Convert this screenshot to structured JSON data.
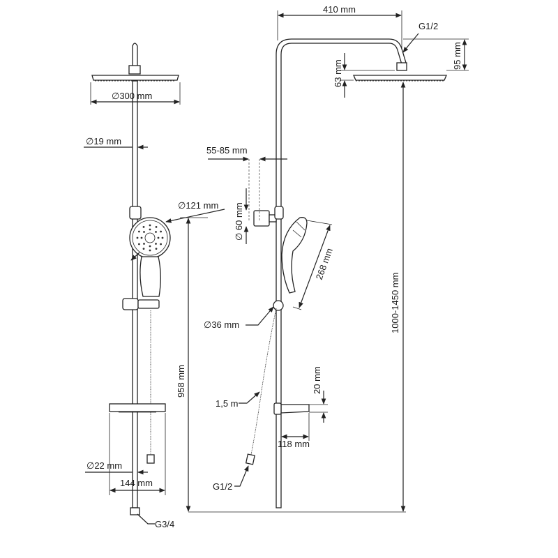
{
  "labels": {
    "width_410": "410 mm",
    "g12_top": "G1/2",
    "h95": "95 mm",
    "h63": "63 mm",
    "d300": "∅300 mm",
    "d19": "∅19 mm",
    "range55_85": "55-85 mm",
    "d121": "∅121 mm",
    "d60": "∅ 60 mm",
    "l268": "268 mm",
    "range1000_1450": "1000-1450 mm",
    "d36": "∅36 mm",
    "h958": "958 mm",
    "h20": "20 mm",
    "hose15": "1,5 m",
    "w118": "118 mm",
    "d22": "∅22 mm",
    "w144": "144 mm",
    "g12_bottom": "G1/2",
    "g34": "G3/4"
  }
}
